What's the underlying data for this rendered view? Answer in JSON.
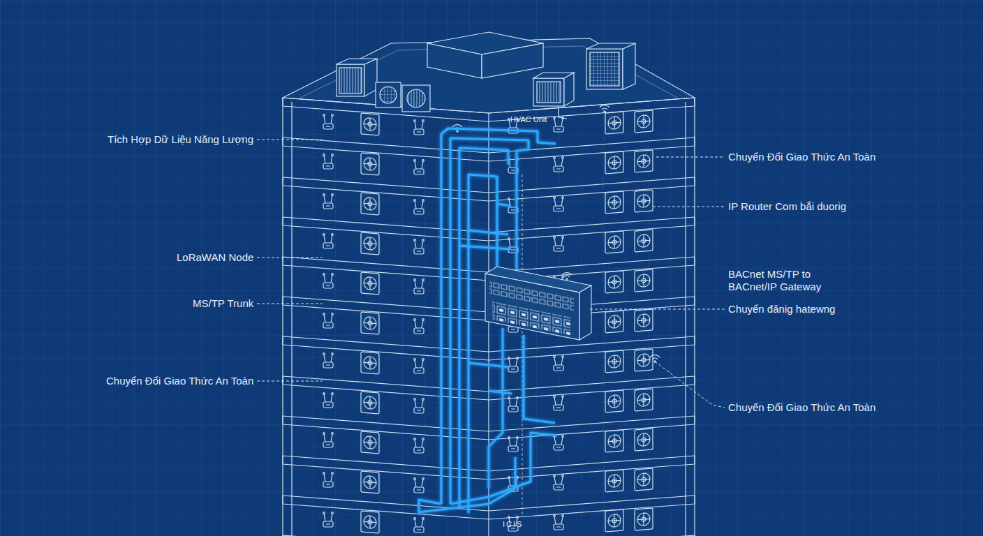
{
  "diagram": {
    "labels": [
      "HVAC Unit",
      "Tích Hợp Dữ Liệu Năng Lượng",
      "Chuyển Đổi Giao Thức An Toàn",
      "IP Router Com bắi duorig",
      "LoRaWAN Node",
      "BACnet MS/TP to BACnet/IP Gateway",
      "MS/TP Trunk",
      "Chuyển đănig hatewng",
      "Chuyển Đổi Giao Thức An Toàn",
      "Chuyển Đổi Giao Thức An Toàn",
      "ICIS"
    ]
  }
}
